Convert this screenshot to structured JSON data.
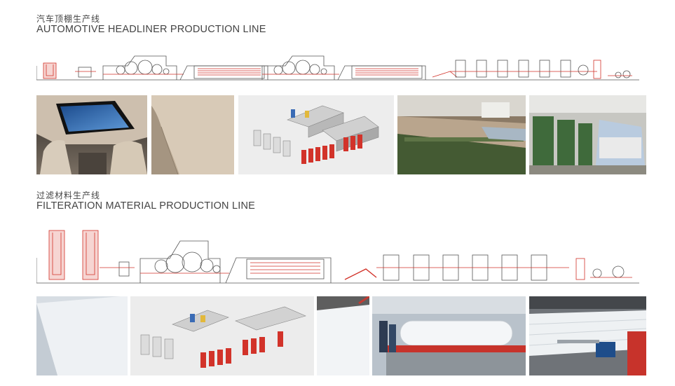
{
  "sections": [
    {
      "title_cn": "汽车顶棚生产线",
      "title_en": "AUTOMOTIVE HEADLINER PRODUCTION LINE",
      "photos": [
        "car-interior-sunroof-headliner",
        "beige-headliner-fabric",
        "headliner-line-3d-rendering",
        "nonwoven-web-on-conveyor",
        "green-factory-machines"
      ]
    },
    {
      "title_cn": "过滤材料生产线",
      "title_en": "FILTERATION MATERIAL PRODUCTION LINE",
      "photos": [
        "white-filter-fabric-sheet",
        "filtration-line-3d-rendering",
        "white-fabric-roll-closeup",
        "workers-with-fabric-roll",
        "layered-fabric-on-winder"
      ]
    }
  ],
  "colors": {
    "accent": "#d2332a",
    "line": "#555555",
    "machine_green": "#4f6f3f",
    "fabric_beige": "#c9b9a3",
    "render_bg": "#e9e9e9"
  }
}
